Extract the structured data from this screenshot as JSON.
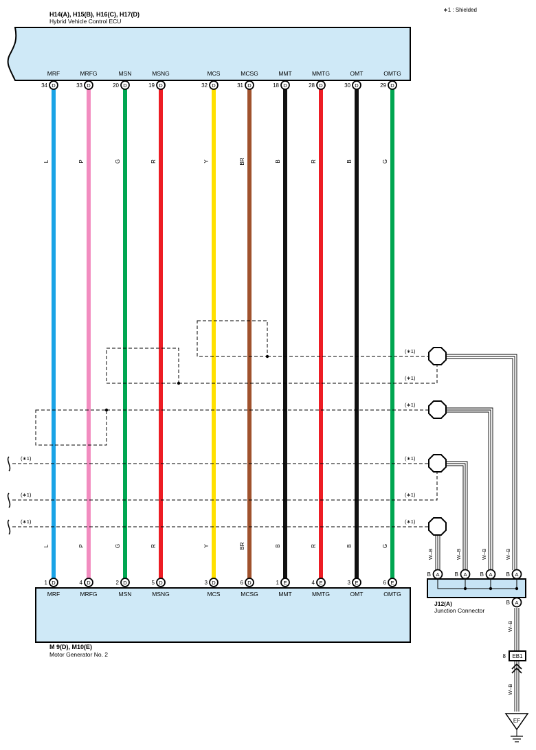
{
  "legend": {
    "shielded_note": "∗1 : Shielded"
  },
  "top_component": {
    "connectors": "H14(A), H15(B), H16(C), H17(D)",
    "name": "Hybrid Vehicle Control ECU"
  },
  "bottom_component": {
    "connectors": "M 9(D), M10(E)",
    "name": "Motor Generator No. 2"
  },
  "wires": [
    {
      "signal": "MRF",
      "top_pin": "34",
      "top_conn": "D",
      "bottom_pin": "1",
      "bottom_conn": "D",
      "color_code": "L",
      "color": "#1aa3e6"
    },
    {
      "signal": "MRFG",
      "top_pin": "33",
      "top_conn": "D",
      "bottom_pin": "4",
      "bottom_conn": "D",
      "color_code": "P",
      "color": "#f28cc0"
    },
    {
      "signal": "MSN",
      "top_pin": "20",
      "top_conn": "D",
      "bottom_pin": "2",
      "bottom_conn": "D",
      "color_code": "G",
      "color": "#00a651"
    },
    {
      "signal": "MSNG",
      "top_pin": "19",
      "top_conn": "D",
      "bottom_pin": "5",
      "bottom_conn": "D",
      "color_code": "R",
      "color": "#ed1c24"
    },
    {
      "signal": "MCS",
      "top_pin": "32",
      "top_conn": "D",
      "bottom_pin": "3",
      "bottom_conn": "D",
      "color_code": "Y",
      "color": "#ffe000"
    },
    {
      "signal": "MCSG",
      "top_pin": "31",
      "top_conn": "D",
      "bottom_pin": "6",
      "bottom_conn": "D",
      "color_code": "BR",
      "color": "#a0522d"
    },
    {
      "signal": "MMT",
      "top_pin": "18",
      "top_conn": "D",
      "bottom_pin": "1",
      "bottom_conn": "E",
      "color_code": "B",
      "color": "#111111"
    },
    {
      "signal": "MMTG",
      "top_pin": "28",
      "top_conn": "D",
      "bottom_pin": "4",
      "bottom_conn": "E",
      "color_code": "R",
      "color": "#ed1c24"
    },
    {
      "signal": "OMT",
      "top_pin": "30",
      "top_conn": "D",
      "bottom_pin": "3",
      "bottom_conn": "E",
      "color_code": "B",
      "color": "#111111"
    },
    {
      "signal": "OMTG",
      "top_pin": "29",
      "top_conn": "D",
      "bottom_pin": "6",
      "bottom_conn": "E",
      "color_code": "G",
      "color": "#00a651"
    }
  ],
  "shield_mark": "(∗1)",
  "junction": {
    "name": "J12(A)",
    "desc": "Junction Connector",
    "wire_label": "W–B",
    "pin_letter": "B",
    "conn_letter": "A"
  },
  "connector_eb1": {
    "pin": "8",
    "name": "EB1"
  },
  "ground": {
    "name": "EF"
  },
  "colors": {
    "component_fill": "#cfe9f7",
    "outline": "#000000",
    "junction_fill": "#c7e4f5"
  }
}
